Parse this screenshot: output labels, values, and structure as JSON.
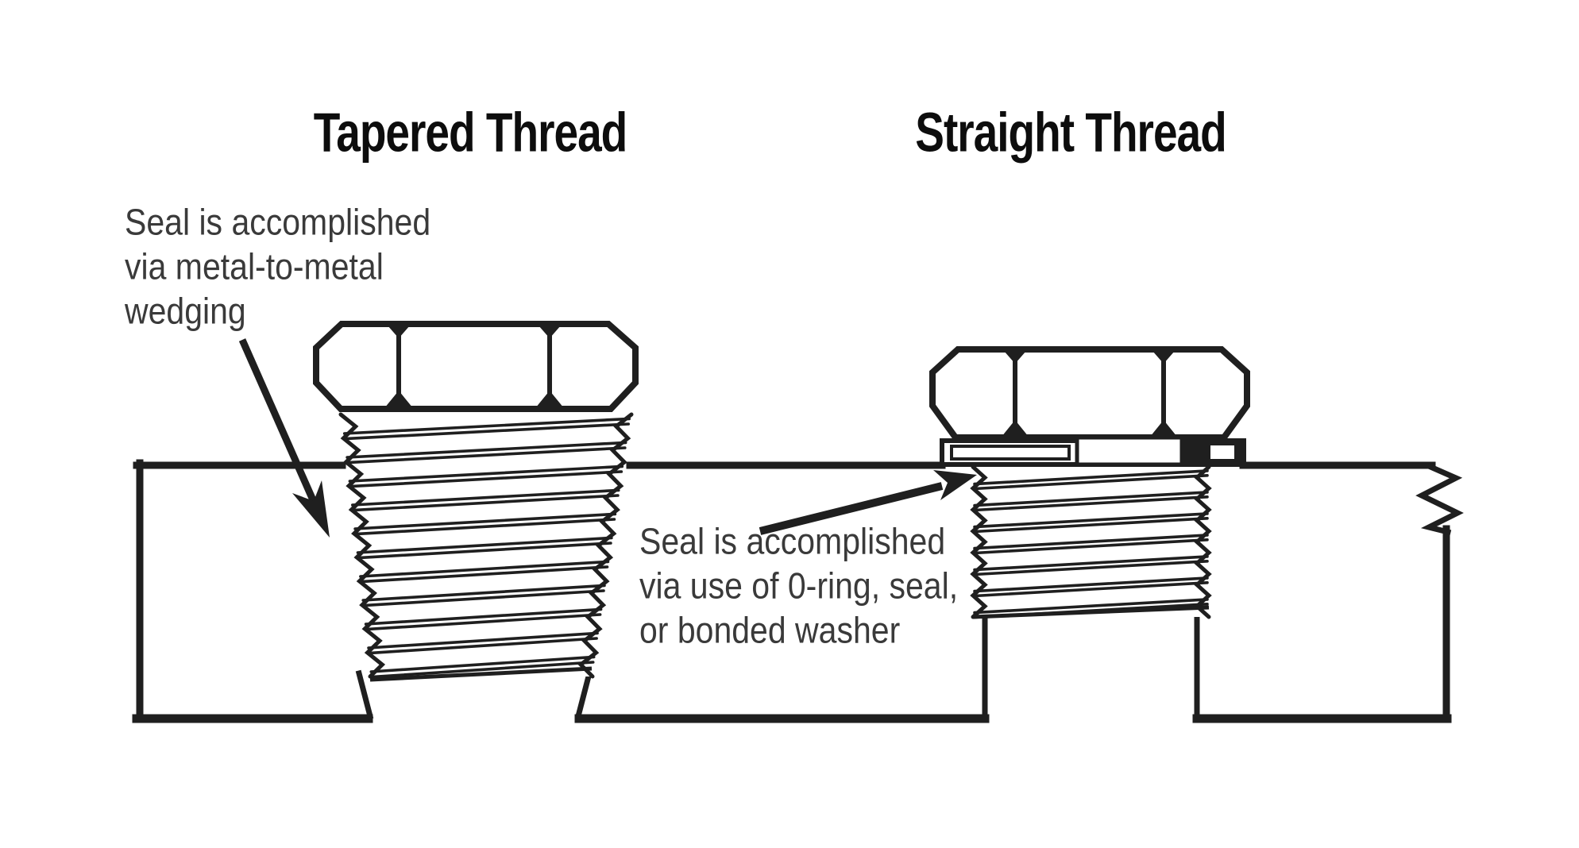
{
  "canvas": {
    "background": "#ffffff",
    "ink": "#1f1f1f",
    "annotation_color": "#3a3a3a",
    "title_color": "#0d0d0d"
  },
  "tapered": {
    "title": "Tapered Thread",
    "annotation": [
      "Seal is accomplished",
      "via metal-to-metal",
      "wedging"
    ]
  },
  "straight": {
    "title": "Straight Thread",
    "annotation": [
      "Seal is accomplished",
      "via use of 0-ring, seal,",
      "or bonded washer"
    ]
  }
}
